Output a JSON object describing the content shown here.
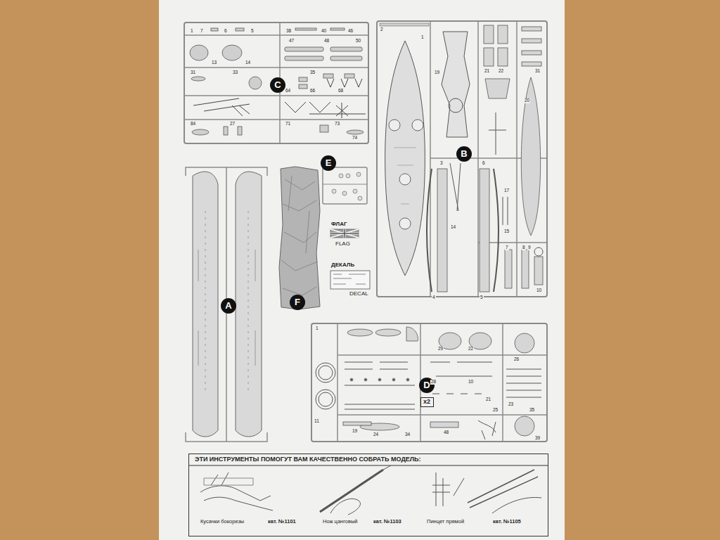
{
  "diagram": {
    "nodes": [
      {
        "text": [
          "C"
        ]
      },
      {
        "text": [
          "B"
        ]
      },
      {
        "text": [
          "E"
        ]
      },
      {
        "text": [
          "A"
        ]
      },
      {
        "text": [
          "F"
        ]
      },
      {
        "text": [
          "D"
        ]
      },
      {
        "text": [
          "x2"
        ]
      },
      {
        "text": [
          "ЭТИ ИНСТРУМЕНТЫ ПОМОГУТ ВАМ КАЧЕСТВЕННО СОБРАТЬ МОДЕЛЬ:",
          "Кусачки бокорезы",
          "кат. №1101",
          "Нож цанговый",
          "кат. №1103",
          "Пинцет прямой",
          "кат. №1105"
        ]
      }
    ],
    "labels": [
      "ФЛАГ",
      "FLAG",
      "ДЕКАЛЬ",
      "DECAL",
      "1",
      "7",
      "6",
      "5",
      "38",
      "40",
      "46",
      "47",
      "48",
      "50",
      "13",
      "14",
      "31",
      "33",
      "35",
      "64",
      "66",
      "68",
      "84",
      "27",
      "71",
      "73",
      "74",
      "2",
      "1",
      "19",
      "21",
      "22",
      "31",
      "20",
      "3",
      "6",
      "14",
      "4",
      "5",
      "17",
      "15",
      "7",
      "8",
      "10",
      "9",
      "1",
      "29",
      "22",
      "26",
      "28",
      "10",
      "21",
      "23",
      "25",
      "35",
      "11",
      "19",
      "24",
      "34",
      "48",
      "39"
    ]
  }
}
